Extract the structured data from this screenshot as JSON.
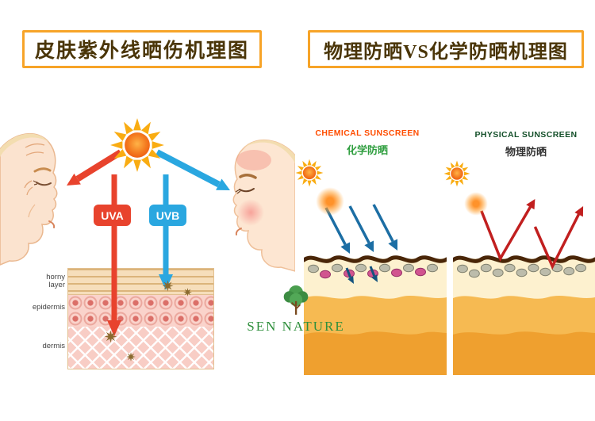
{
  "titles": {
    "left": "皮肤紫外线晒伤机理图",
    "right": "物理防晒VS化学防晒机理图"
  },
  "uv": {
    "uva": "UVA",
    "uvb": "UVB"
  },
  "skin_layers": {
    "horny": "horny layer",
    "epidermis": "epidermis",
    "dermis": "dermis"
  },
  "panels": {
    "chemical": {
      "en": "CHEMICAL SUNSCREEN",
      "zh": "化学防晒"
    },
    "physical": {
      "en": "PHYSICAL SUNSCREEN",
      "zh": "物理防晒"
    }
  },
  "brand": {
    "name": "SEN NATURE"
  },
  "icons": [
    "sun-icon",
    "tree-icon",
    "damage-burst-icon"
  ],
  "colors": {
    "title_border_orange": "#f7a428",
    "title_text_brown": "#4a3508",
    "uva_red": "#e8432d",
    "uvb_blue": "#2aa7e0",
    "chemical_en_text": "#ff4d00",
    "chemical_zh_text": "#2f9e3f",
    "physical_en_text": "#14502a",
    "skin_cream_band": "#fdf1cf",
    "skin_orange_band": "#f6ba52",
    "skin_deep_orange_band": "#efa02f",
    "surface_line_brown": "#4a2608",
    "absorb_arrow_blue": "#1c6ea4",
    "reflect_arrow_red": "#c11f1f",
    "brand_green": "#2f8f3c"
  }
}
